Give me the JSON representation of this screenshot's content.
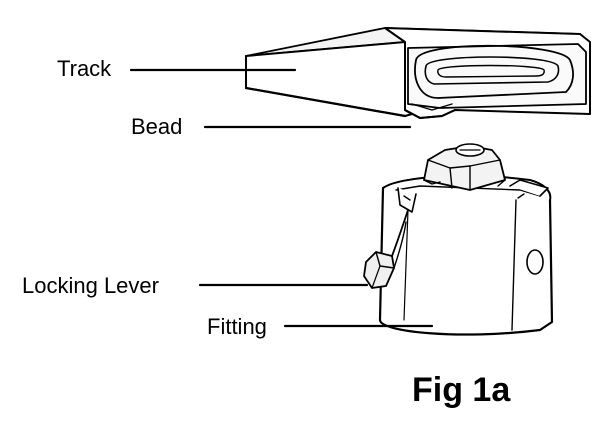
{
  "labels": {
    "track": "Track",
    "bead": "Bead",
    "locking_lever": "Locking Lever",
    "fitting": "Fitting"
  },
  "figure_title": "Fig 1a"
}
